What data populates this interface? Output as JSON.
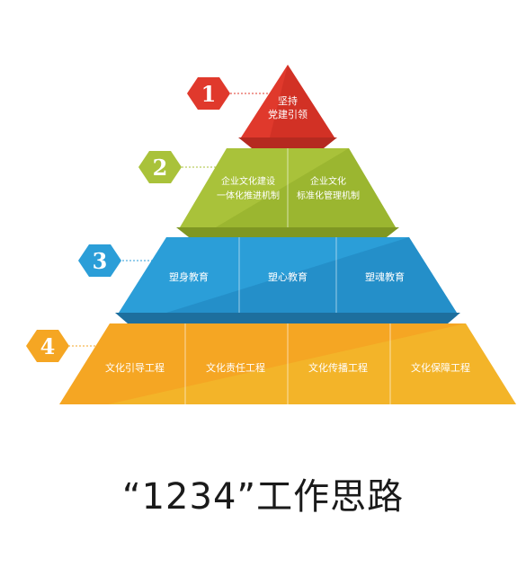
{
  "tiers": [
    {
      "number": "1",
      "color": "#e0392c",
      "hex_color": "#e0392c",
      "cells": [
        {
          "line1": "坚持",
          "line2": "党建引领"
        }
      ]
    },
    {
      "number": "2",
      "color": "#a9c23a",
      "hex_color": "#a9c23a",
      "cells": [
        {
          "line1": "企业文化建设",
          "line2": "一体化推进机制"
        },
        {
          "line1": "企业文化",
          "line2": "标准化管理机制"
        }
      ]
    },
    {
      "number": "3",
      "color": "#2b9ed8",
      "hex_color": "#2b9ed8",
      "cells": [
        {
          "line1": "塑身教育"
        },
        {
          "line1": "塑心教育"
        },
        {
          "line1": "塑魂教育"
        }
      ]
    },
    {
      "number": "4",
      "color": "#f5a623",
      "hex_color": "#f5a623",
      "cells": [
        {
          "line1": "文化引导工程"
        },
        {
          "line1": "文化责任工程"
        },
        {
          "line1": "文化传播工程"
        },
        {
          "line1": "文化保障工程"
        }
      ]
    }
  ],
  "caption": "“1234”工作思路"
}
